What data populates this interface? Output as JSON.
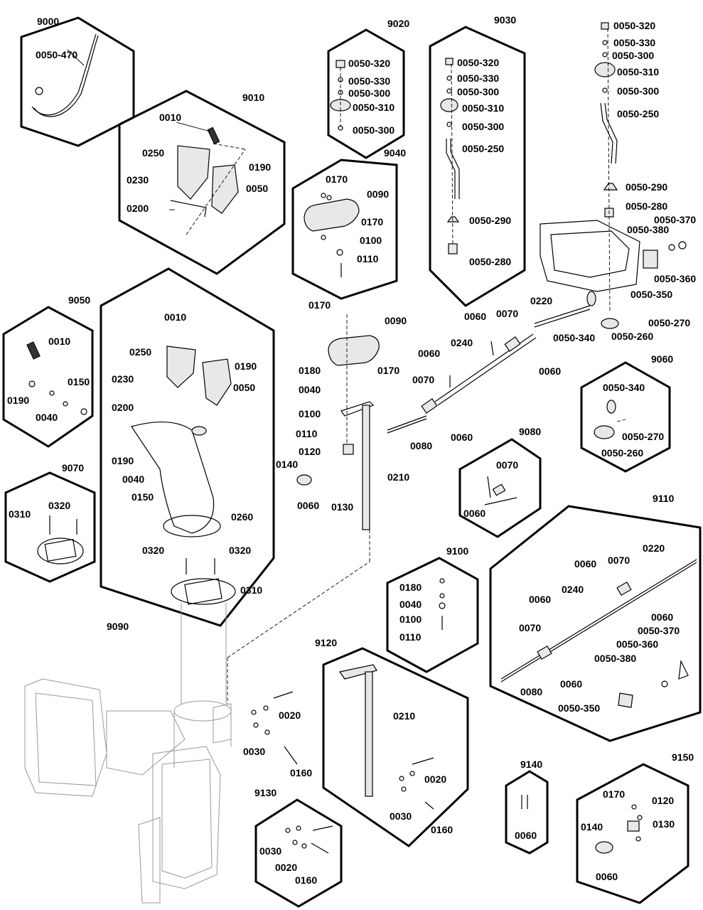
{
  "groups": {
    "g9000": "9000",
    "g9010": "9010",
    "g9020": "9020",
    "g9030": "9030",
    "g9040": "9040",
    "g9050": "9050",
    "g9060": "9060",
    "g9070": "9070",
    "g9080": "9080",
    "g9090": "9090",
    "g9100": "9100",
    "g9110": "9110",
    "g9120": "9120",
    "g9130": "9130",
    "g9140": "9140",
    "g9150": "9150"
  },
  "labels": {
    "l9000_470": "0050-470",
    "l9010_0010": "0010",
    "l9010_0250": "0250",
    "l9010_0230": "0230",
    "l9010_0200": "0200",
    "l9010_0190": "0190",
    "l9010_0050": "0050",
    "l9020_320": "0050-320",
    "l9020_330": "0050-330",
    "l9020_300a": "0050-300",
    "l9020_310": "0050-310",
    "l9020_300b": "0050-300",
    "l9030_320": "0050-320",
    "l9030_330": "0050-330",
    "l9030_300a": "0050-300",
    "l9030_310": "0050-310",
    "l9030_300b": "0050-300",
    "l9030_250": "0050-250",
    "l9030_290": "0050-290",
    "l9030_280": "0050-280",
    "l9040_0170a": "0170",
    "l9040_0090": "0090",
    "l9040_0170b": "0170",
    "l9040_0100": "0100",
    "l9040_0110": "0110",
    "lt_320": "0050-320",
    "lt_330": "0050-330",
    "lt_300a": "0050-300",
    "lt_310": "0050-310",
    "lt_300b": "0050-300",
    "lt_250": "0050-250",
    "lt_290": "0050-290",
    "lt_280": "0050-280",
    "lt_370": "0050-370",
    "lt_380": "0050-380",
    "lt_360": "0050-360",
    "lt_350": "0050-350",
    "lt_270": "0050-270",
    "lt_260": "0050-260",
    "lt_340": "0050-340",
    "lt_0220": "0220",
    "lc_0060a": "0060",
    "lc_0070a": "0070",
    "lc_0060b": "0060",
    "lc_0240": "0240",
    "lc_0060c": "0060",
    "lc_0070b": "0070",
    "lc_0060d": "0060",
    "lc_0080": "0080",
    "lm_0170a": "0170",
    "lm_0090": "0090",
    "lm_0180": "0180",
    "lm_0170b": "0170",
    "lm_0040": "0040",
    "lm_0100": "0100",
    "lm_0110": "0110",
    "lm_0120": "0120",
    "lm_0140": "0140",
    "lm_0210": "0210",
    "lm_0060": "0060",
    "lm_0130": "0130",
    "l9050_0010": "0010",
    "l9050_0150": "0150",
    "l9050_0190": "0190",
    "l9050_0040": "0040",
    "l9060_340": "0050-340",
    "l9060_270": "0050-270",
    "l9060_260": "0050-260",
    "l9070_0310": "0310",
    "l9070_0320": "0320",
    "l9080_0070": "0070",
    "l9080_0060": "0060",
    "l9090_0010": "0010",
    "l9090_0250": "0250",
    "l9090_0190a": "0190",
    "l9090_0230": "0230",
    "l9090_0050": "0050",
    "l9090_0200": "0200",
    "l9090_0190b": "0190",
    "l9090_0040": "0040",
    "l9090_0150": "0150",
    "l9090_0260": "0260",
    "l9090_0320a": "0320",
    "l9090_0320b": "0320",
    "l9090_0310": "0310",
    "l9100_0180": "0180",
    "l9100_0040": "0040",
    "l9100_0100": "0100",
    "l9100_0110": "0110",
    "l9110_0220": "0220",
    "l9110_0060a": "0060",
    "l9110_0070a": "0070",
    "l9110_0240": "0240",
    "l9110_0060b": "0060",
    "l9110_0060c": "0060",
    "l9110_0370": "0050-370",
    "l9110_0070b": "0070",
    "l9110_0360": "0050-360",
    "l9110_0380": "0050-380",
    "l9110_0060d": "0060",
    "l9110_0080": "0080",
    "l9110_0350": "0050-350",
    "lb_0020": "0020",
    "lb_0030": "0030",
    "lb_0160": "0160",
    "l9120_0210": "0210",
    "l9120_0020": "0020",
    "l9120_0030": "0030",
    "l9120_0160": "0160",
    "l9130_0030": "0030",
    "l9130_0020": "0020",
    "l9130_0160": "0160",
    "l9140_0060": "0060",
    "l9150_0170": "0170",
    "l9150_0120": "0120",
    "l9150_0140": "0140",
    "l9150_0130": "0130",
    "l9150_0060": "0060"
  }
}
